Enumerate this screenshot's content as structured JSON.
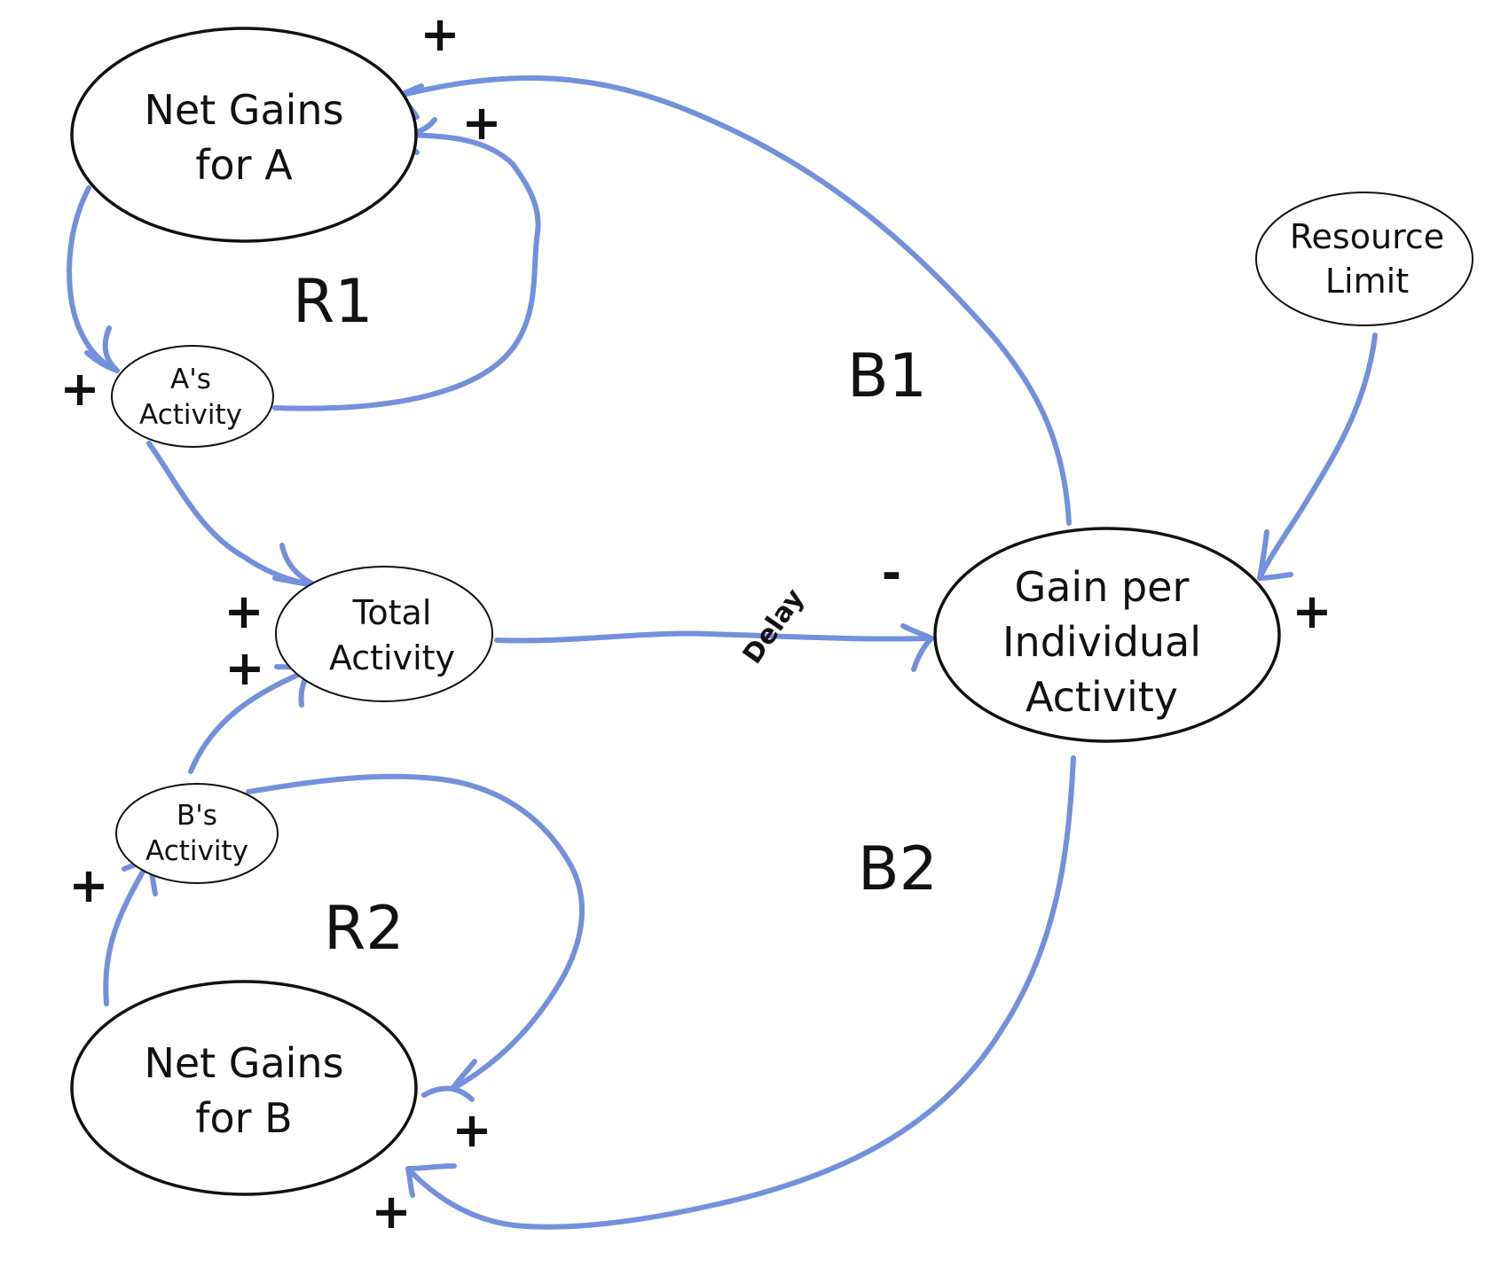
{
  "colors": {
    "link": "#7390dc",
    "node_stroke": "#111111",
    "background": "#ffffff"
  },
  "nodes": {
    "net_gains_a": {
      "lines": [
        "Net Gains",
        "for A"
      ]
    },
    "a_activity": {
      "lines": [
        "A's",
        "Activity"
      ]
    },
    "total_activity": {
      "lines": [
        "Total",
        "Activity"
      ]
    },
    "b_activity": {
      "lines": [
        "B's",
        "Activity"
      ]
    },
    "net_gains_b": {
      "lines": [
        "Net Gains",
        "for B"
      ]
    },
    "gain_per_individual": {
      "lines": [
        "Gain per",
        "Individual",
        "Activity"
      ]
    },
    "resource_limit": {
      "lines": [
        "Resource",
        "Limit"
      ]
    }
  },
  "loops": {
    "r1": "R1",
    "b1": "B1",
    "r2": "R2",
    "b2": "B2"
  },
  "link_labels": {
    "delay": "Delay"
  },
  "polarities": {
    "plus": "+",
    "minus": "-"
  }
}
